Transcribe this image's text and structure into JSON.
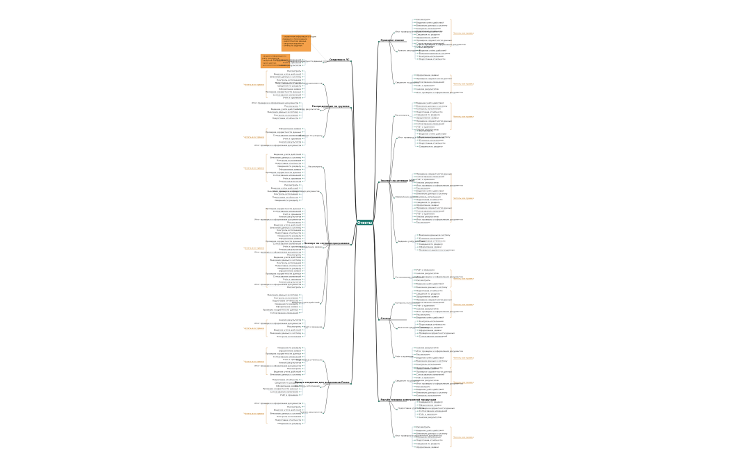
{
  "colors": {
    "root_fill": "#1e7b70",
    "trunk": "#2b2b2b",
    "leaf_line": "#8aa6b8",
    "note_fill": "#f5a14a",
    "note_border": "#c97a1a",
    "tag": "#d99a4a"
  },
  "root": {
    "label": "Ответы"
  },
  "right": [
    {
      "label": "Правовое знание",
      "tag": "Читать все правки"
    },
    {
      "label": "Эксперт по сетевым ОЗП",
      "tag": "Читать все правки"
    },
    {
      "label": "Отчеты",
      "tag": "Читать все правки"
    },
    {
      "label": "Расчёт техники электронной продукции",
      "tag": "Читать все правки"
    }
  ],
  "left": [
    {
      "label": "Сведения в ЛС",
      "tag": "Читать все правки"
    },
    {
      "label": "Распределение по группам",
      "tag": "Читать все правки"
    },
    {
      "label": "Эксперт по сетевым программам",
      "tag": "Читать все правки"
    },
    {
      "label": "Вход и сведения для аналитиков Риска",
      "tag": "Читать все правки"
    }
  ],
  "notes": [
    {
      "lines": [
        "- справочная информация и общие",
        "  сведения о прохождении",
        "- аналитические данные",
        "- закрытые ведомости",
        "- отчёты по задачам"
      ]
    },
    {
      "lines": [
        "- сводная информация по",
        "  учёту документов",
        "- сведения о сотрудниках",
        "- архив данных",
        "- дополнительные сведения"
      ]
    }
  ],
  "leaf_texts": [
    "Итог проверки и оформления документов",
    "Рассмотреть",
    "Ведение учёта действий",
    "Внесение данных в систему",
    "Контроль исполнения",
    "Подготовка отчётности",
    "Сведения по разделу",
    "Оформление заявки",
    "Проверка корректности данных",
    "Согласование изменений",
    "Учёт и хранение",
    "Анализ результатов"
  ]
}
